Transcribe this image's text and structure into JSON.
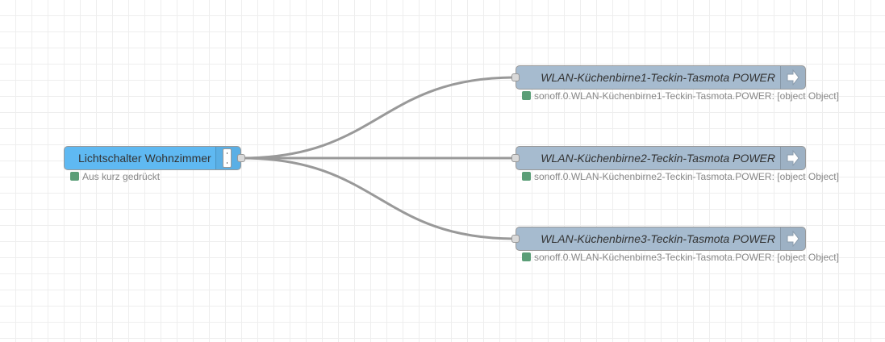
{
  "colors": {
    "input_node_fill": "#5fb9f2",
    "output_node_fill": "#a6bbcf",
    "status_ok": "#5a9e77",
    "wire": "#999999"
  },
  "input_node": {
    "label": "Lichtschalter Wohnzimmer",
    "status": "Aus kurz gedrückt",
    "button_icon": "inject-button-icon"
  },
  "output_nodes": [
    {
      "label": "WLAN-Küchenbirne1-Teckin-Tasmota POWER",
      "status": "sonoff.0.WLAN-Küchenbirne1-Teckin-Tasmota.POWER: [object Object]",
      "icon": "arrow-right-icon"
    },
    {
      "label": "WLAN-Küchenbirne2-Teckin-Tasmota POWER",
      "status": "sonoff.0.WLAN-Küchenbirne2-Teckin-Tasmota.POWER: [object Object]",
      "icon": "arrow-right-icon"
    },
    {
      "label": "WLAN-Küchenbirne3-Teckin-Tasmota POWER",
      "status": "sonoff.0.WLAN-Küchenbirne3-Teckin-Tasmota.POWER: [object Object]",
      "icon": "arrow-right-icon"
    }
  ]
}
